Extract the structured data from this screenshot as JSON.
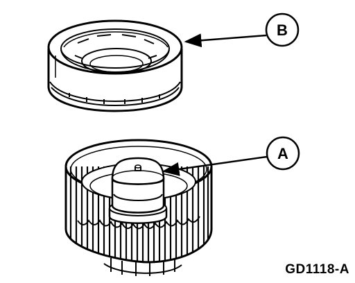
{
  "callouts": {
    "b": {
      "letter": "B"
    },
    "a": {
      "letter": "A"
    }
  },
  "figure_id": "GD1118-A",
  "colors": {
    "line": "#000000",
    "background": "#ffffff"
  }
}
